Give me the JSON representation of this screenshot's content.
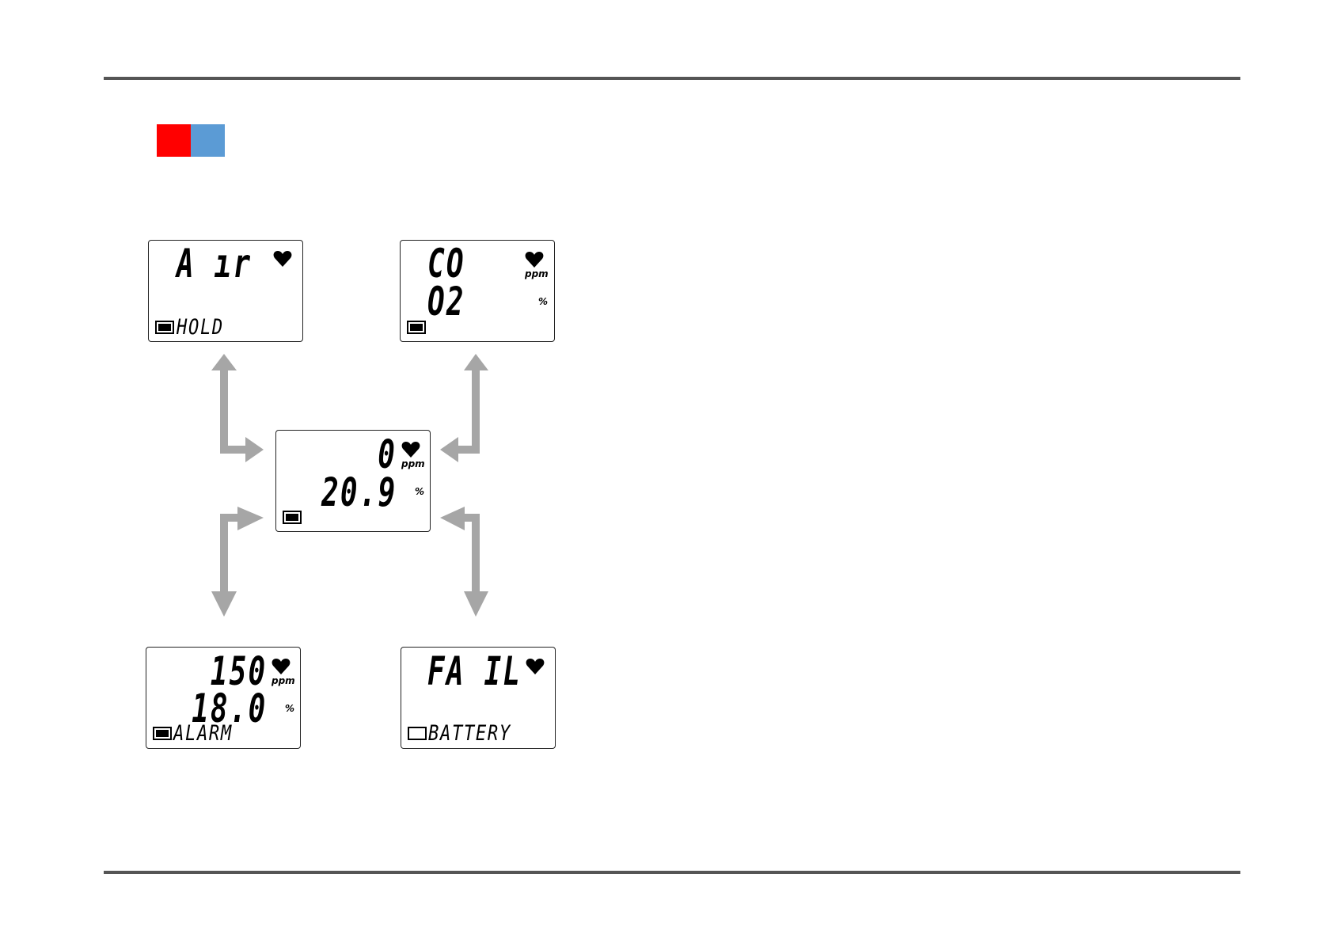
{
  "colors": {
    "rule": "#555555",
    "swatch_red": "#ff0000",
    "swatch_blue": "#5b9bd5",
    "arrow": "#a6a6a6",
    "lcd_border": "#222222"
  },
  "icons": [
    "heart-icon",
    "battery-icon",
    "battery-empty-icon"
  ],
  "displays": {
    "top_left": {
      "line1": "A ır",
      "status": "HOLD"
    },
    "top_right": {
      "line1": "CO",
      "line2": "O2",
      "unit1": "ppm",
      "unit2": "%"
    },
    "center": {
      "line1": "0",
      "line2": "20.9",
      "unit1": "ppm",
      "unit2": "%"
    },
    "bottom_left": {
      "line1": "150",
      "line2": "18.0",
      "unit1": "ppm",
      "unit2": "%",
      "status": "ALARM"
    },
    "bottom_right": {
      "line1": "FA IL",
      "status": "BATTERY"
    }
  }
}
